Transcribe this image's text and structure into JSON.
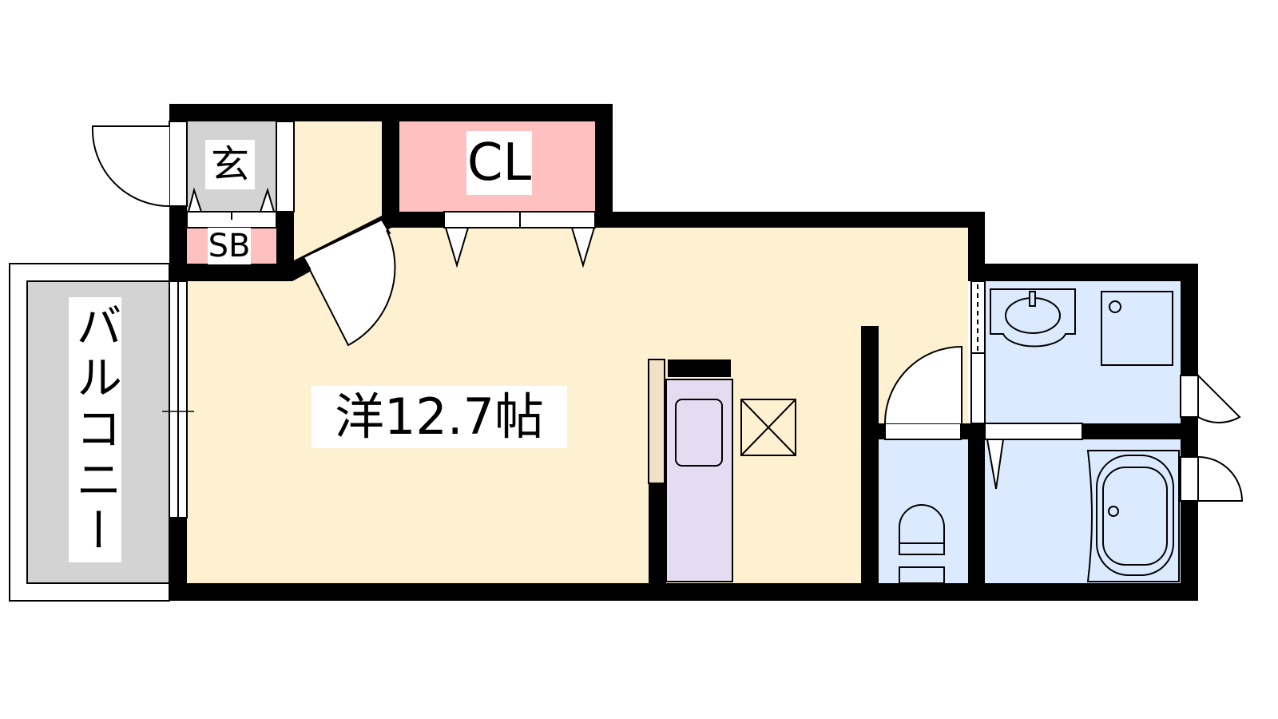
{
  "plan": {
    "rooms": {
      "entrance": "玄",
      "shoe_box": "SB",
      "closet": "CL",
      "western_room": "洋12.7帖",
      "balcony": "バルコニー"
    },
    "colors": {
      "wall": "#000000",
      "room_floor": "#fdf1d2",
      "entrance_floor": "#d3d3d3",
      "storage": "#ffc0c0",
      "wet_area": "#dbeafe",
      "kitchen": "#e6dcf2",
      "balcony": "#d3d3d3"
    }
  }
}
